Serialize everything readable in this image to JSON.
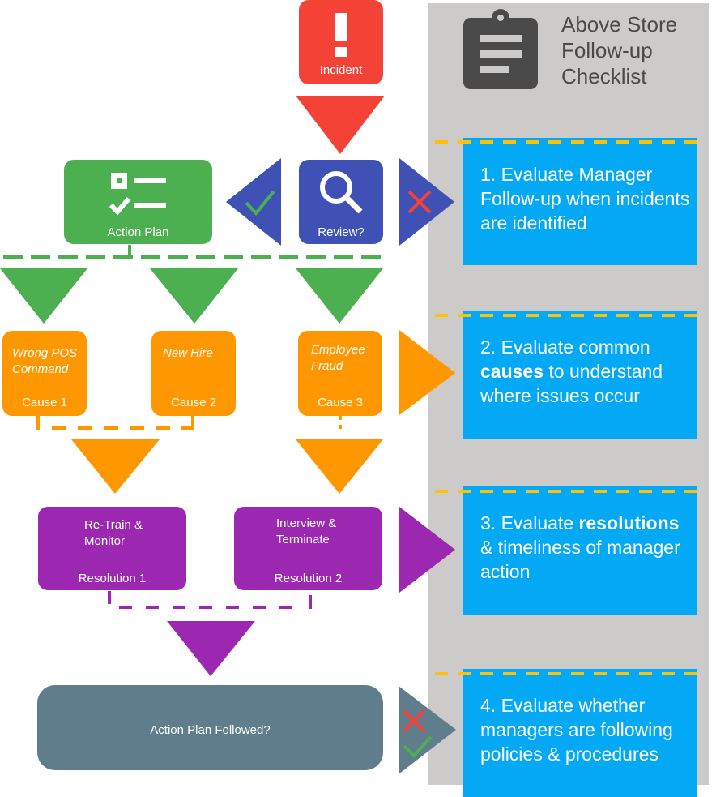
{
  "colors": {
    "incident": "#f44336",
    "review": "#3f51b5",
    "action_plan": "#4caf50",
    "cause": "#ff9800",
    "resolution": "#9c27b0",
    "final": "#607d8b",
    "card": "#03a9f4",
    "panel": "#cdcbc9",
    "dash_accent": "#ffc107"
  },
  "checklist": {
    "title_lines": [
      "Above Store",
      "Follow-up",
      "Checklist"
    ],
    "icon": "clipboard-icon",
    "items": [
      {
        "num": "1.",
        "pre": "Evaluate Manager Follow-up when incidents are identified",
        "bold": "",
        "post": ""
      },
      {
        "num": "2.",
        "pre": "Evaluate common ",
        "bold": "causes",
        "post": " to understand where issues occur"
      },
      {
        "num": "3.",
        "pre": "Evaluate ",
        "bold": "resolutions",
        "post": " & timeliness of manager action"
      },
      {
        "num": "4.",
        "pre": "Evaluate whether managers are following policies & procedures",
        "bold": "",
        "post": ""
      }
    ]
  },
  "flow": {
    "incident": {
      "label": "Incident",
      "icon": "exclamation-icon"
    },
    "review": {
      "label": "Review?",
      "icon": "magnifier-icon",
      "yes_icon": "check-icon",
      "no_icon": "x-icon"
    },
    "action_plan": {
      "label": "Action Plan",
      "icon": "checklist-icon"
    },
    "causes": [
      {
        "title": "Wrong POS Command",
        "title_lines": [
          "Wrong POS",
          "Command"
        ],
        "label": "Cause 1"
      },
      {
        "title": "New Hire",
        "title_lines": [
          "New Hire"
        ],
        "label": "Cause 2"
      },
      {
        "title": "Employee Fraud",
        "title_lines": [
          "Employee",
          "Fraud"
        ],
        "label": "Cause 3"
      }
    ],
    "resolutions": [
      {
        "title_lines": [
          "Re-Train &",
          "Monitor"
        ],
        "label": "Resolution 1"
      },
      {
        "title_lines": [
          "Interview &",
          "Terminate"
        ],
        "label": "Resolution 2"
      }
    ],
    "final": {
      "label": "Action Plan Followed?",
      "no_icon": "x-icon",
      "yes_icon": "check-icon"
    }
  }
}
